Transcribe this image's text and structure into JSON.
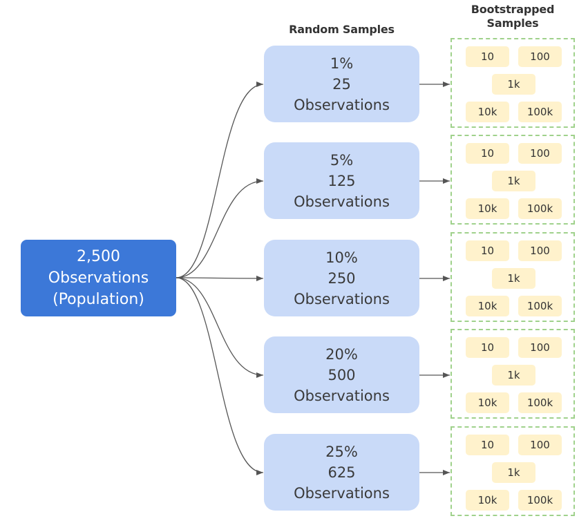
{
  "headings": {
    "random_samples": "Random Samples",
    "bootstrapped_samples_line1": "Bootstrapped",
    "bootstrapped_samples_line2": "Samples"
  },
  "population": {
    "line1": "2,500",
    "line2": "Observations",
    "line3": "(Population)"
  },
  "samples": [
    {
      "percent": "1%",
      "count": "25",
      "unit": "Observations"
    },
    {
      "percent": "5%",
      "count": "125",
      "unit": "Observations"
    },
    {
      "percent": "10%",
      "count": "250",
      "unit": "Observations"
    },
    {
      "percent": "20%",
      "count": "500",
      "unit": "Observations"
    },
    {
      "percent": "25%",
      "count": "625",
      "unit": "Observations"
    }
  ],
  "bootstrap_sizes": [
    "10",
    "100",
    "1k",
    "10k",
    "100k"
  ],
  "colors": {
    "population_fill": "#3c78d8",
    "sample_fill": "#c9daf8",
    "chip_fill": "#fff2cc",
    "group_border": "#9fd18b",
    "arrow": "#555555"
  }
}
